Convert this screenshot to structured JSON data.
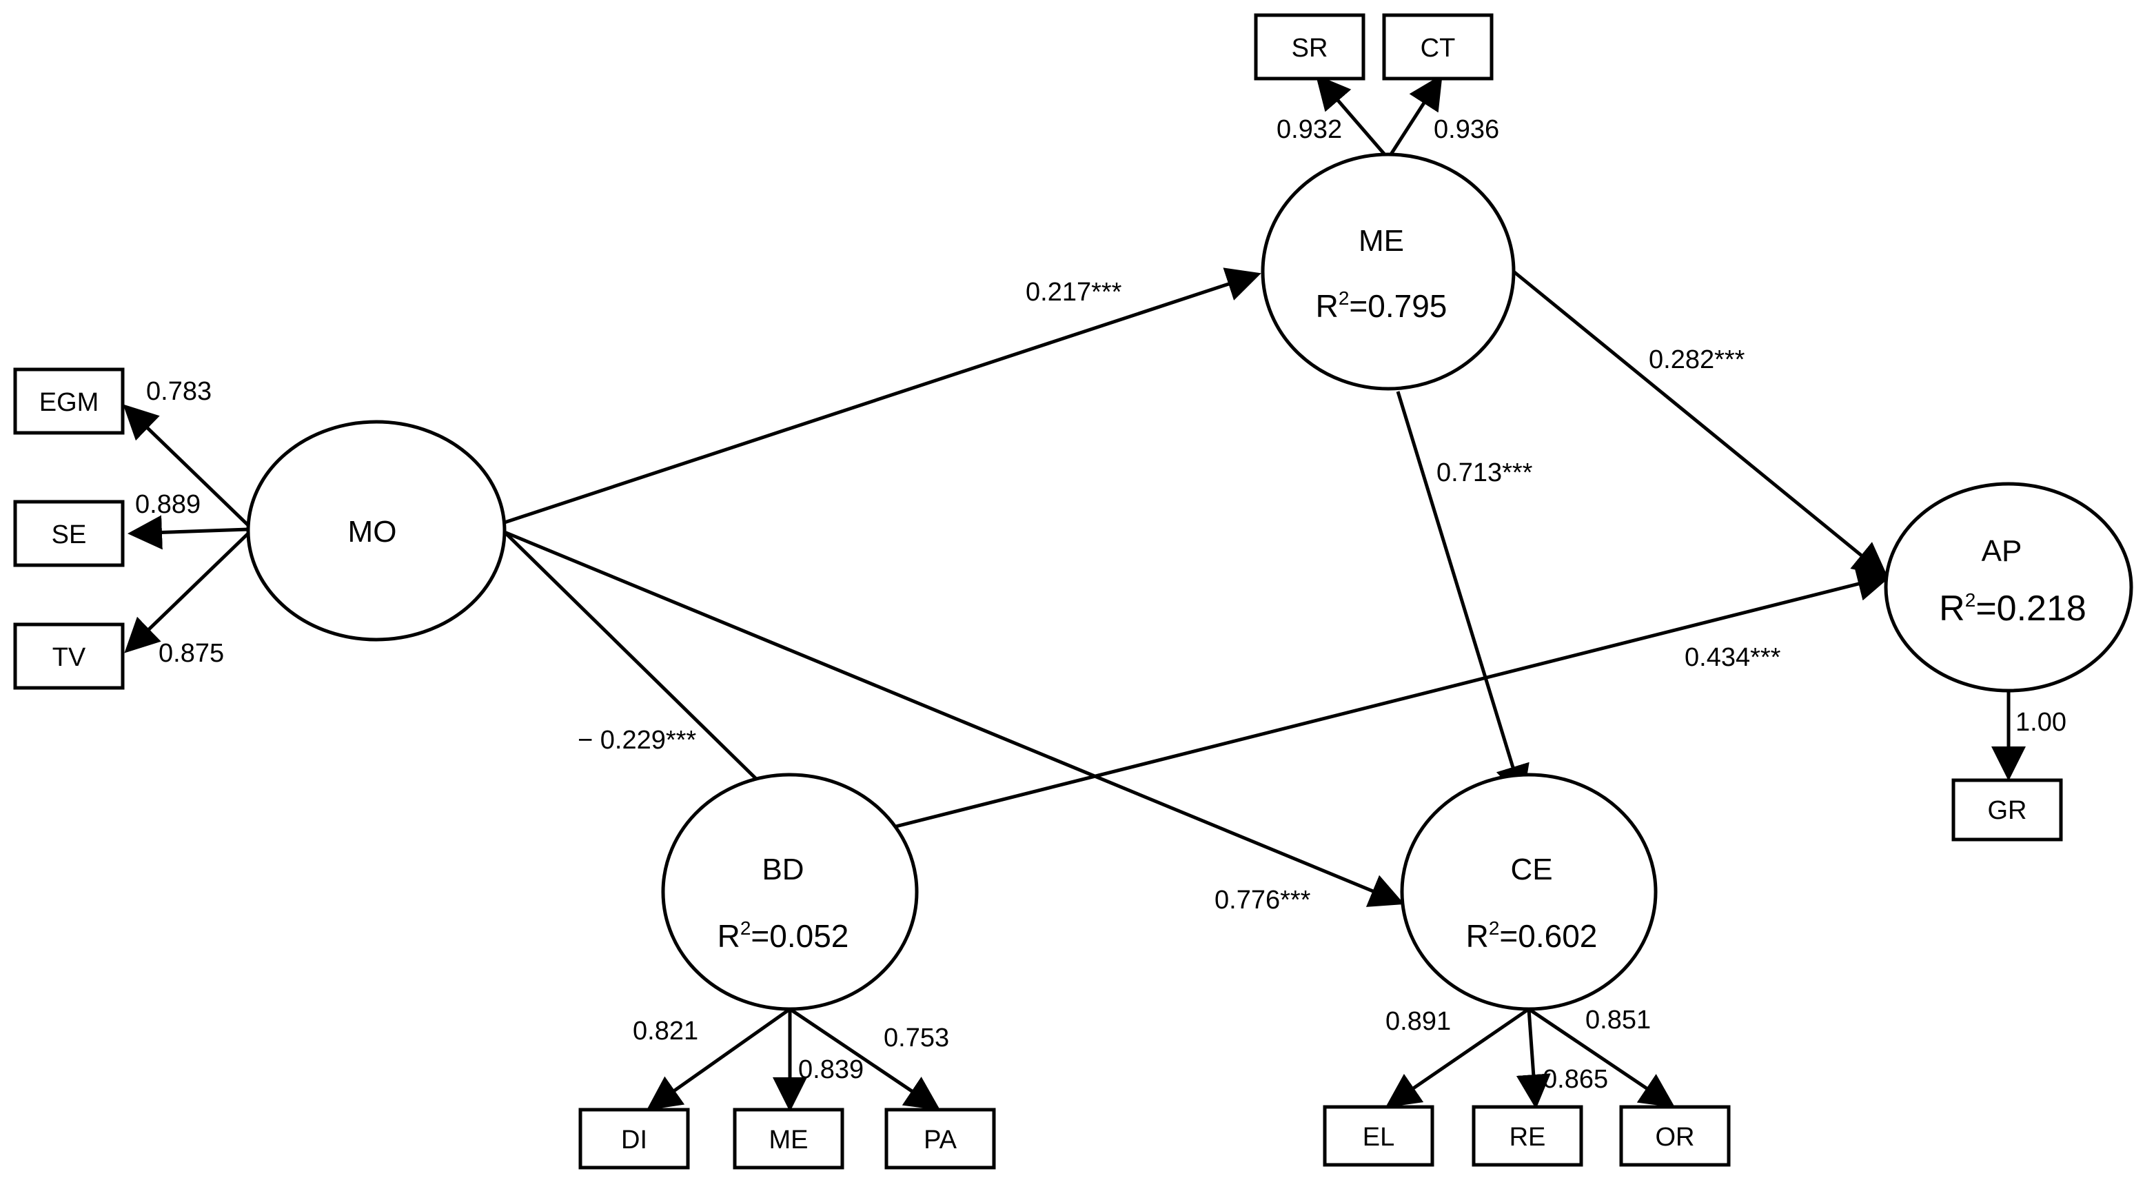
{
  "nodes": {
    "mo": {
      "name": "MO"
    },
    "me": {
      "name": "ME",
      "r2": "=0.795"
    },
    "bd": {
      "name": "BD",
      "r2": "=0.052"
    },
    "ce": {
      "name": "CE",
      "r2": "=0.602"
    },
    "ap": {
      "name": "AP",
      "r2": "=0.218"
    }
  },
  "r2_prefix": "R",
  "r2_sup": "2",
  "indicators": {
    "egm": "EGM",
    "se": "SE",
    "tv": "TV",
    "sr": "SR",
    "ct": "CT",
    "di": "DI",
    "me2": "ME",
    "pa": "PA",
    "el": "EL",
    "re": "RE",
    "or": "OR",
    "gr": "GR"
  },
  "loadings": {
    "egm": "0.783",
    "se": "0.889",
    "tv": "0.875",
    "sr": "0.932",
    "ct": "0.936",
    "di": "0.821",
    "me2": "0.839",
    "pa": "0.753",
    "el": "0.891",
    "re": "0.865",
    "or": "0.851",
    "gr": "1.00"
  },
  "paths": {
    "mo_me": "0.217***",
    "me_ap": "0.282***",
    "me_ce": "0.713***",
    "bd_ap": "0.434***",
    "mo_bd": "− 0.229***",
    "mo_ce": "0.776***"
  }
}
